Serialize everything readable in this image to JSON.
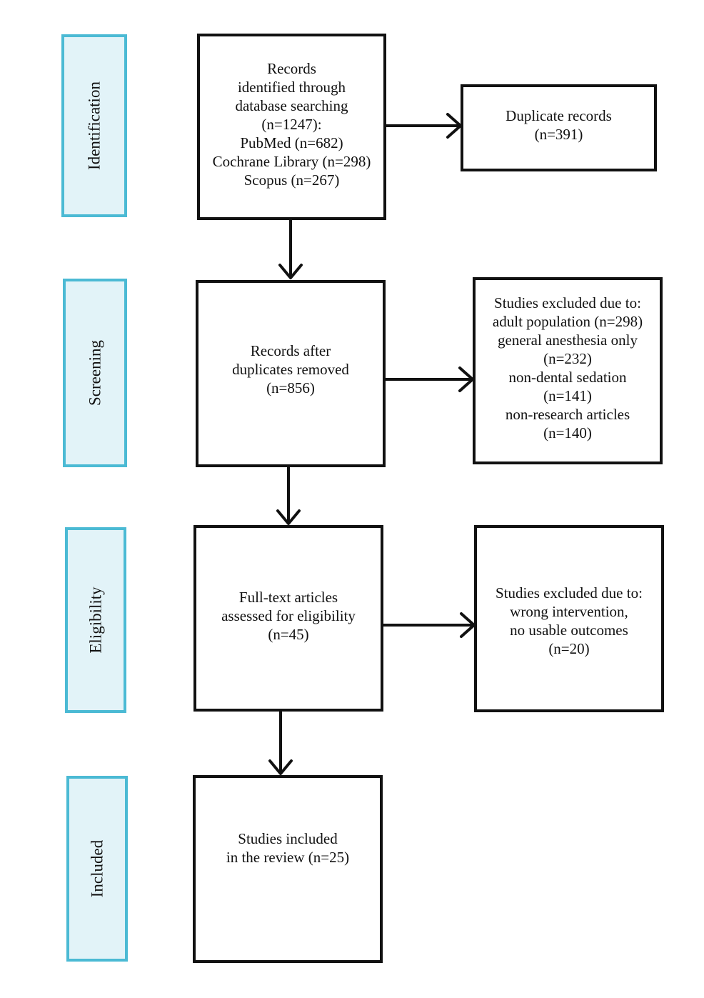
{
  "stages": {
    "identification": "Identification",
    "screening": "Screening",
    "eligibility": "Eligibility",
    "included": "Included"
  },
  "boxes": {
    "identified": {
      "lines": [
        "Records",
        "identified through",
        "database searching",
        "(n=1247):",
        "PubMed (n=682)",
        "Cochrane Library (n=298)",
        "Scopus (n=267)"
      ]
    },
    "duplicates": {
      "lines": [
        "Duplicate records",
        "(n=391)"
      ]
    },
    "after_duplicates": {
      "lines": [
        "Records after",
        "duplicates removed",
        "(n=856)"
      ]
    },
    "screening_excluded": {
      "lines": [
        "Studies excluded due to:",
        "adult population (n=298)",
        "general anesthesia only",
        "(n=232)",
        "non-dental sedation",
        "(n=141)",
        "non-research articles",
        "(n=140)"
      ]
    },
    "full_text": {
      "lines": [
        "Full-text articles",
        "assessed for eligibility",
        "(n=45)"
      ]
    },
    "eligibility_excluded": {
      "lines": [
        "Studies excluded due to:",
        "wrong intervention,",
        "no usable outcomes",
        "(n=20)"
      ]
    },
    "included": {
      "lines": [
        "Studies included",
        "in the review (n=25)"
      ]
    }
  }
}
